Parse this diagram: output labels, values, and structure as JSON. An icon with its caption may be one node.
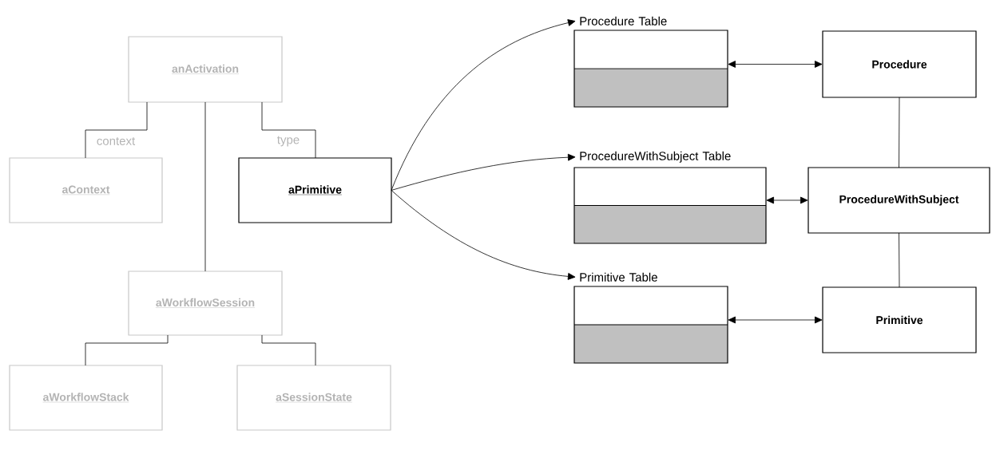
{
  "diagram": {
    "nodes": [
      {
        "text": [
          "anActivation"
        ]
      },
      {
        "text": [
          "aContext"
        ]
      },
      {
        "text": [
          "aPrimitive"
        ]
      },
      {
        "text": [
          "aWorkflowSession"
        ]
      },
      {
        "text": [
          "aWorkflowStack"
        ]
      },
      {
        "text": [
          "aSessionState"
        ]
      },
      {
        "text": [
          "Procedure Table"
        ]
      },
      {
        "text": [
          "ProcedureWithSubject Table"
        ]
      },
      {
        "text": [
          "Primitive Table"
        ]
      },
      {
        "text": [
          "Procedure"
        ]
      },
      {
        "text": [
          "ProcedureWithSubject"
        ]
      },
      {
        "text": [
          "Primitive"
        ]
      }
    ],
    "edges": [
      {
        "from": 0,
        "to": 1,
        "arrow": "none",
        "label": "context"
      },
      {
        "from": 0,
        "to": 2,
        "arrow": "none",
        "label": "type"
      },
      {
        "from": 0,
        "to": 3,
        "arrow": "none"
      },
      {
        "from": 3,
        "to": 4,
        "arrow": "none"
      },
      {
        "from": 3,
        "to": 5,
        "arrow": "none"
      },
      {
        "from": 2,
        "to": 6,
        "arrow": "to"
      },
      {
        "from": 2,
        "to": 7,
        "arrow": "to"
      },
      {
        "from": 2,
        "to": 8,
        "arrow": "to"
      },
      {
        "from": 6,
        "to": 9,
        "arrow": "both"
      },
      {
        "from": 7,
        "to": 10,
        "arrow": "both"
      },
      {
        "from": 8,
        "to": 11,
        "arrow": "both"
      },
      {
        "from": 9,
        "to": 10,
        "arrow": "none"
      },
      {
        "from": 10,
        "to": 11,
        "arrow": "none"
      }
    ]
  }
}
